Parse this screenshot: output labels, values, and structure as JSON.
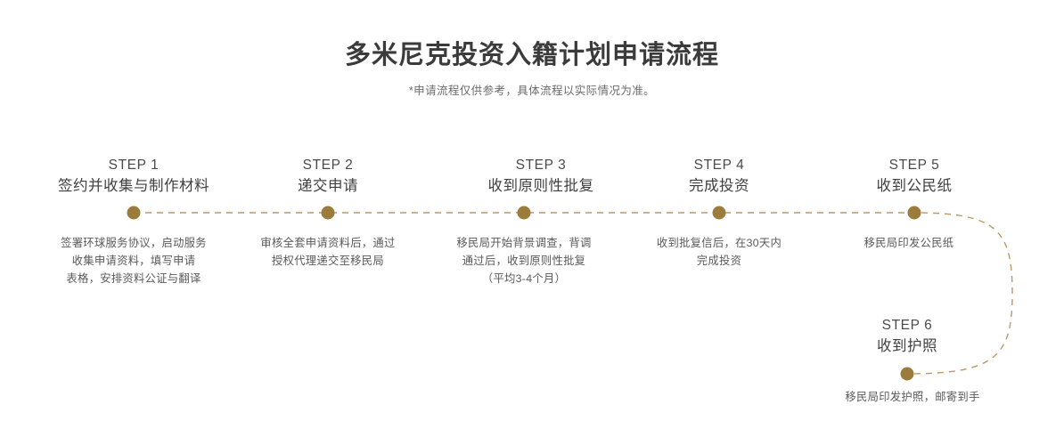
{
  "header": {
    "title": "多米尼克投资入籍计划申请流程",
    "subtitle": "*申请流程仅供参考，具体流程以实际情况为准。"
  },
  "theme": {
    "accent": "#9c7c3c",
    "line": "#b99a66",
    "title_color": "#3b3b3b",
    "text_color": "#595959",
    "background": "#ffffff"
  },
  "steps": [
    {
      "num": "STEP 1",
      "title": "签约并收集与制作材料",
      "desc_lines": [
        "签署环球服务协议，启动服务",
        "收集申请资料，填写申请",
        "表格，安排资料公证与翻译"
      ]
    },
    {
      "num": "STEP 2",
      "title": "递交申请",
      "desc_lines": [
        "审核全套申请资料后，通过",
        "授权代理递交至移民局"
      ]
    },
    {
      "num": "STEP 3",
      "title": "收到原则性批复",
      "desc_lines": [
        "移民局开始背景调查，背调",
        "通过后，收到原则性批复",
        "（平均3-4个月）"
      ]
    },
    {
      "num": "STEP 4",
      "title": "完成投资",
      "desc_lines": [
        "收到批复信后，在30天内",
        "完成投资"
      ]
    },
    {
      "num": "STEP 5",
      "title": "收到公民纸",
      "desc_lines": [
        "移民局印发公民纸"
      ]
    },
    {
      "num": "STEP 6",
      "title": "收到护照",
      "desc_lines": [
        "移民局印发护照，邮寄到手"
      ]
    }
  ]
}
